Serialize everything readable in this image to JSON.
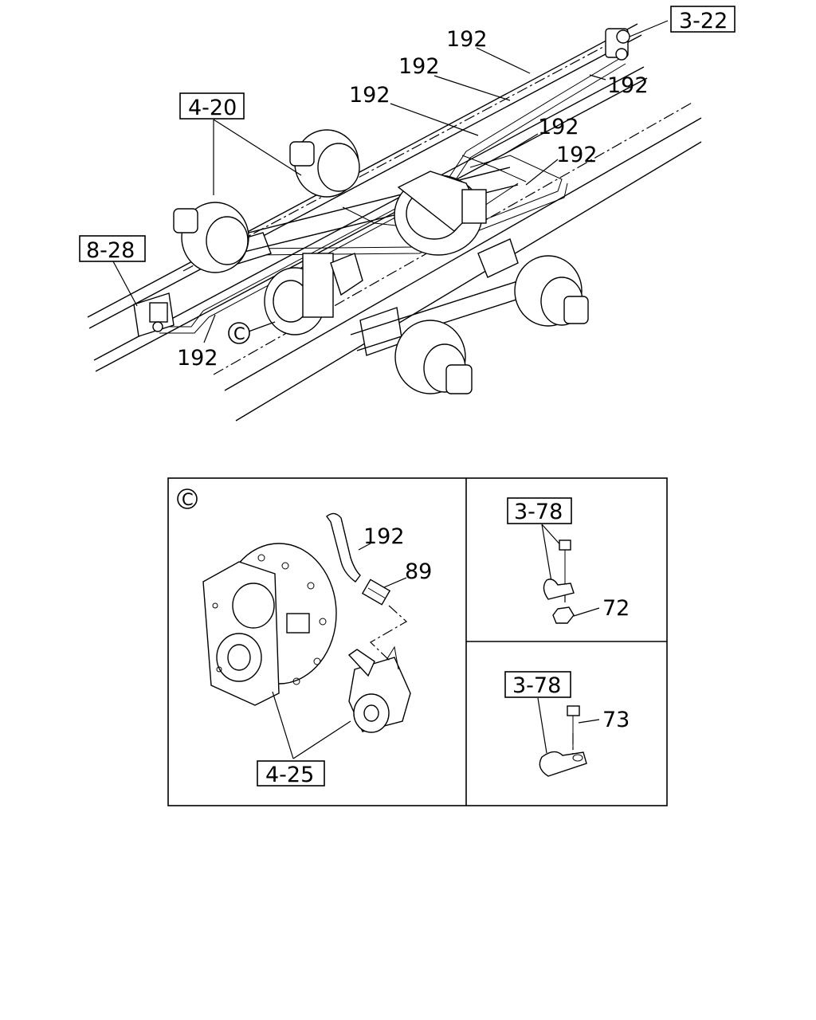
{
  "labels": {
    "ref_3_22": "3-22",
    "ref_4_20": "4-20",
    "ref_8_28": "8-28",
    "ref_4_25": "4-25",
    "ref_3_78_upper": "3-78",
    "ref_3_78_lower": "3-78",
    "pipe_a": "192",
    "pipe_b": "192",
    "pipe_c": "192",
    "pipe_d": "192",
    "pipe_e": "192",
    "pipe_f": "192",
    "pipe_g": "192",
    "pipe_detail": "192",
    "part_89": "89",
    "part_72": "72",
    "part_73": "73",
    "callout_c": "C",
    "detail_c": "C"
  }
}
